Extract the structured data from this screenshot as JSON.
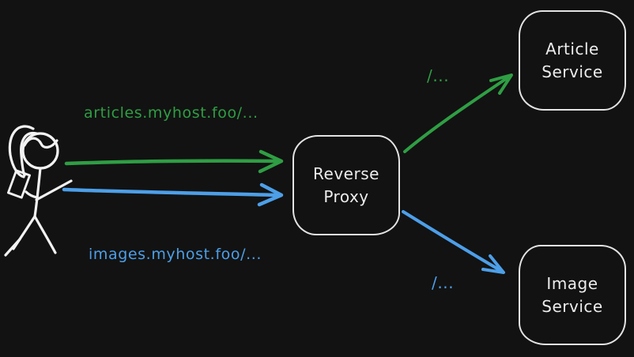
{
  "diagram": {
    "background_color": "#121212",
    "node_stroke_color": "#e3e3e3",
    "green_color": "#2f9e44",
    "blue_color": "#4d9fe8",
    "actor": {
      "id": "user",
      "description": "stick figure person holding a phone"
    },
    "nodes": [
      {
        "id": "reverse-proxy",
        "lines": [
          "Reverse",
          "Proxy"
        ]
      },
      {
        "id": "article-service",
        "lines": [
          "Article",
          "Service"
        ]
      },
      {
        "id": "image-service",
        "lines": [
          "Image",
          "Service"
        ]
      }
    ],
    "edges": [
      {
        "id": "articles-request",
        "from": "user",
        "to": "reverse-proxy",
        "label": "articles.myhost.foo/...",
        "color": "#2f9e44"
      },
      {
        "id": "images-request",
        "from": "user",
        "to": "reverse-proxy",
        "label": "images.myhost.foo/...",
        "color": "#4d9fe8"
      },
      {
        "id": "articles-route",
        "from": "reverse-proxy",
        "to": "article-service",
        "label": "/...",
        "color": "#2f9e44"
      },
      {
        "id": "images-route",
        "from": "reverse-proxy",
        "to": "image-service",
        "label": "/...",
        "color": "#4d9fe8"
      }
    ]
  }
}
